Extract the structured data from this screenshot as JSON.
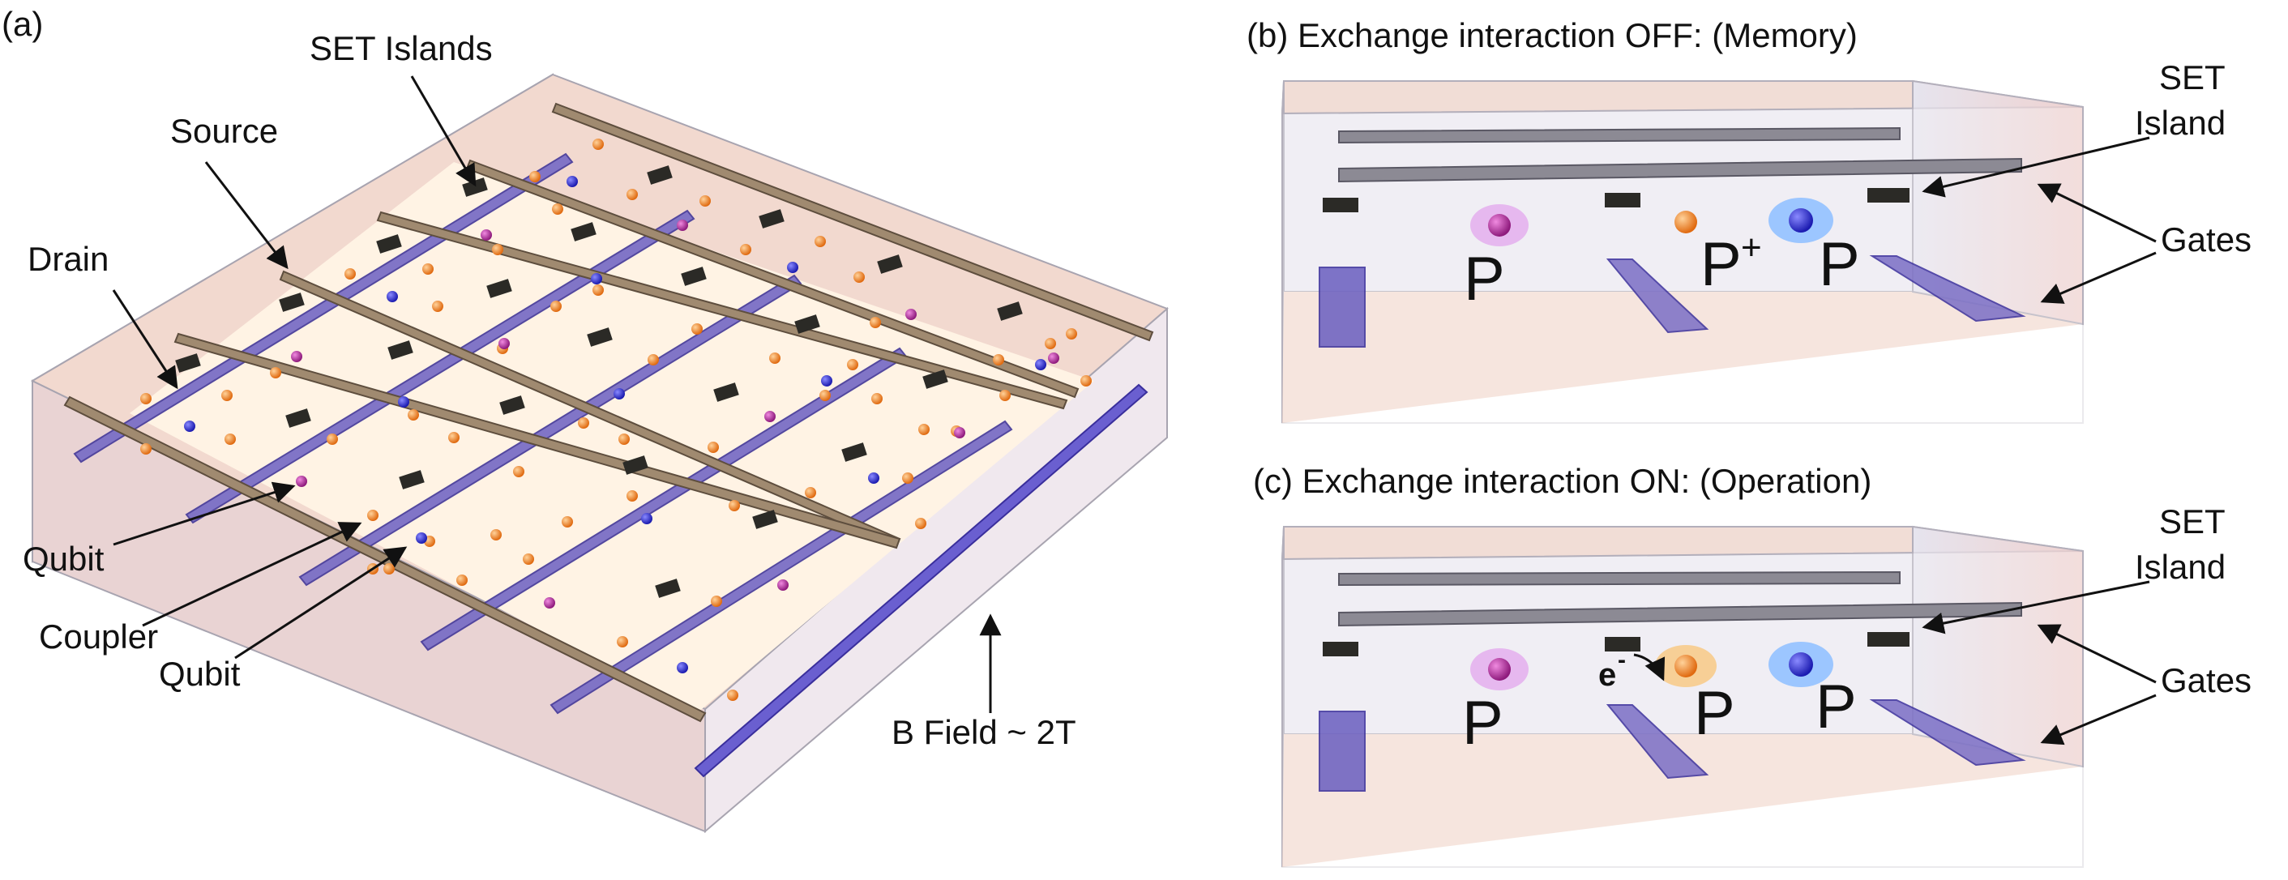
{
  "panel_a": {
    "tag": "(a)",
    "labels": {
      "set_islands": "SET Islands",
      "source": "Source",
      "drain": "Drain",
      "qubit_1": "Qubit",
      "coupler": "Coupler",
      "qubit_2": "Qubit",
      "b_field": "B Field ~ 2T"
    }
  },
  "panel_b": {
    "title": "(b) Exchange interaction OFF: (Memory)",
    "set_island": [
      "SET",
      "Island"
    ],
    "gates": "Gates",
    "donors": {
      "left": "P",
      "middle": "P",
      "middle_sup": "+",
      "right": "P"
    }
  },
  "panel_c": {
    "title": "(c) Exchange interaction ON: (Operation)",
    "set_island": [
      "SET",
      "Island"
    ],
    "gates": "Gates",
    "electron": "e",
    "electron_sup": "-",
    "donors": {
      "left": "P",
      "middle": "P",
      "right": "P"
    }
  },
  "colors": {
    "substrate": "#f3ddd4",
    "active_layer": "#fff4e6",
    "bar_brown": "#a08a70",
    "bar_purple": "#7b6fc6",
    "set_island": "#2b2a26",
    "donor_orange": "#f08a24",
    "donor_blue": "#2a2ad0",
    "donor_magenta": "#b0289a"
  }
}
